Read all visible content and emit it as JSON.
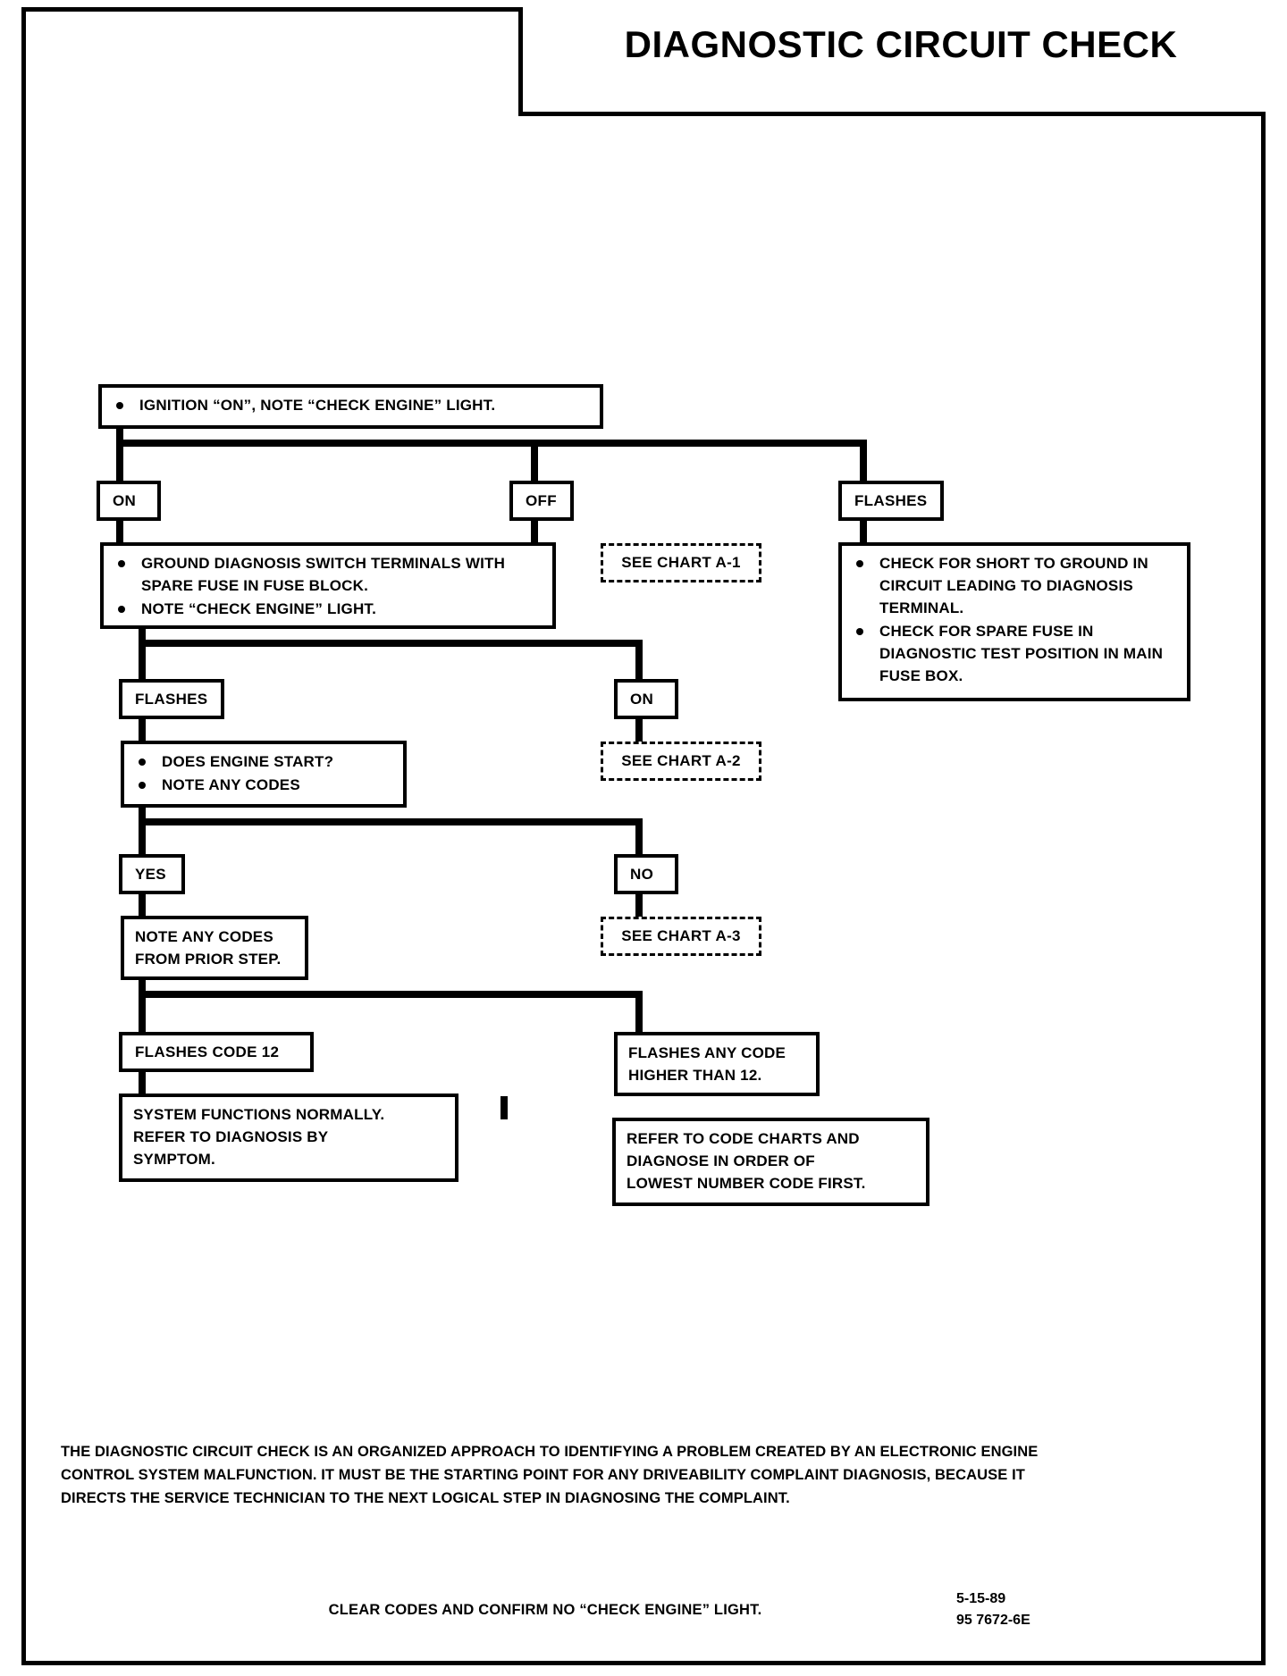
{
  "document": {
    "title": "DIAGNOSTIC CIRCUIT CHECK"
  },
  "flow": {
    "start": {
      "bullets": [
        "IGNITION “ON”, NOTE “CHECK ENGINE” LIGHT."
      ]
    },
    "branch1": {
      "on_label": "ON",
      "off_label": "OFF",
      "flashes_label": "FLASHES"
    },
    "ground_box": {
      "bullets": [
        "GROUND DIAGNOSIS SWITCH TERMINALS WITH SPARE FUSE IN FUSE BLOCK.",
        "NOTE “CHECK ENGINE” LIGHT."
      ]
    },
    "see_chart_a1": "SEE CHART A-1",
    "short_box": {
      "bullets": [
        "CHECK FOR SHORT TO GROUND IN CIRCUIT LEADING TO DIAGNOSIS TERMINAL.",
        "CHECK FOR SPARE FUSE IN DIAGNOSTIC TEST POSITION IN MAIN FUSE BOX."
      ]
    },
    "branch2": {
      "flashes_label": "FLASHES",
      "on_label": "ON"
    },
    "engine_start_box": {
      "bullets": [
        "DOES ENGINE START?",
        "NOTE ANY CODES"
      ]
    },
    "see_chart_a2": "SEE CHART A-2",
    "branch3": {
      "yes_label": "YES",
      "no_label": "NO"
    },
    "note_codes_box": {
      "lines": [
        "NOTE ANY CODES",
        "FROM PRIOR STEP."
      ]
    },
    "see_chart_a3": "SEE CHART A-3",
    "branch4": {
      "code12_label": "FLASHES CODE 12",
      "higher_lines": [
        "FLASHES ANY CODE",
        "HIGHER THAN 12."
      ]
    },
    "normal_box": {
      "lines": [
        "SYSTEM FUNCTIONS NORMALLY.",
        "REFER TO DIAGNOSIS BY",
        "SYMPTOM."
      ]
    },
    "code_charts_box": {
      "lines": [
        "REFER TO CODE CHARTS AND",
        "DIAGNOSE IN ORDER OF",
        "LOWEST NUMBER CODE FIRST."
      ]
    }
  },
  "note_paragraph": "THE DIAGNOSTIC CIRCUIT CHECK IS AN ORGANIZED APPROACH TO IDENTIFYING A PROBLEM CREATED BY AN ELECTRONIC ENGINE CONTROL SYSTEM MALFUNCTION.  IT MUST BE THE STARTING POINT FOR ANY DRIVEABILITY COMPLAINT DIAGNOSIS, BECAUSE IT DIRECTS THE SERVICE TECHNICIAN TO THE NEXT LOGICAL STEP IN DIAGNOSING THE COMPLAINT.",
  "footer": {
    "center_note": "CLEAR CODES AND CONFIRM NO “CHECK ENGINE” LIGHT.",
    "date": "5-15-89",
    "doc_number": "95 7672-6E"
  },
  "colors": {
    "ink": "#000000",
    "paper": "#ffffff"
  }
}
